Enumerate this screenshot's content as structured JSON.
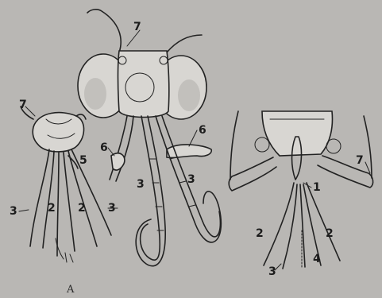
{
  "figure": {
    "caption": "A",
    "labels": {
      "a_7": "7",
      "a_5": "5",
      "a_3_left": "3",
      "a_2_left": "2",
      "a_2_mid": "2",
      "a_3_right": "3",
      "b_7": "7",
      "b_6_left": "6",
      "b_6_right": "6",
      "b_3_left": "3",
      "b_3_right": "3",
      "c_7": "7",
      "c_1": "1",
      "c_2_left": "2",
      "c_2_right": "2",
      "c_3": "3",
      "c_4": "4"
    }
  }
}
